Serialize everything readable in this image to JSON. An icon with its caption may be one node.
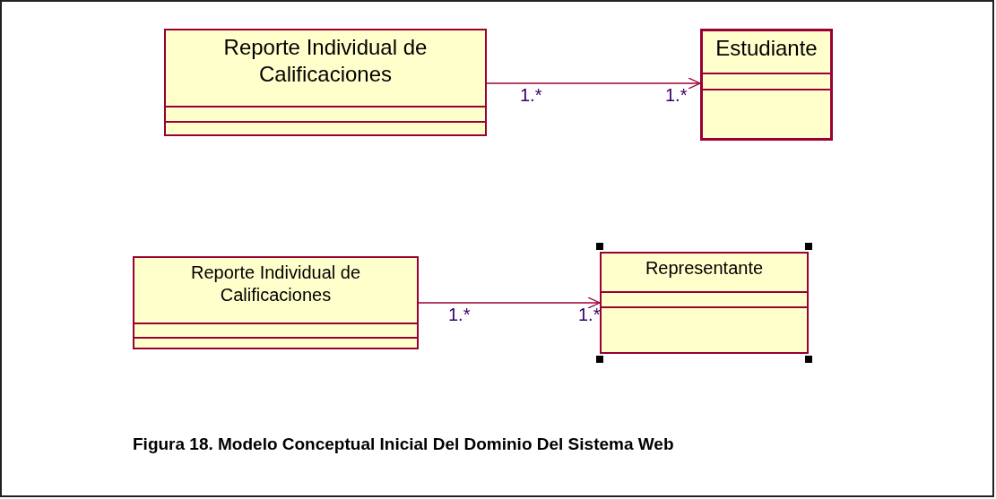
{
  "diagram": {
    "caption": "Figura  18. Modelo Conceptual Inicial Del Dominio Del Sistema Web",
    "nodes": [
      {
        "text": [
          "Reporte Individual de Calificaciones"
        ]
      },
      {
        "text": [
          "Estudiante"
        ]
      },
      {
        "text": [
          "Reporte Individual de Calificaciones"
        ]
      },
      {
        "text": [
          "Representante"
        ]
      }
    ],
    "edges": [
      {
        "from": 0,
        "to": 1,
        "arrow": "to"
      },
      {
        "from": 2,
        "to": 3,
        "arrow": "to"
      }
    ],
    "labels": [
      "1.*",
      "1.*",
      "1.*",
      "1.*"
    ]
  }
}
